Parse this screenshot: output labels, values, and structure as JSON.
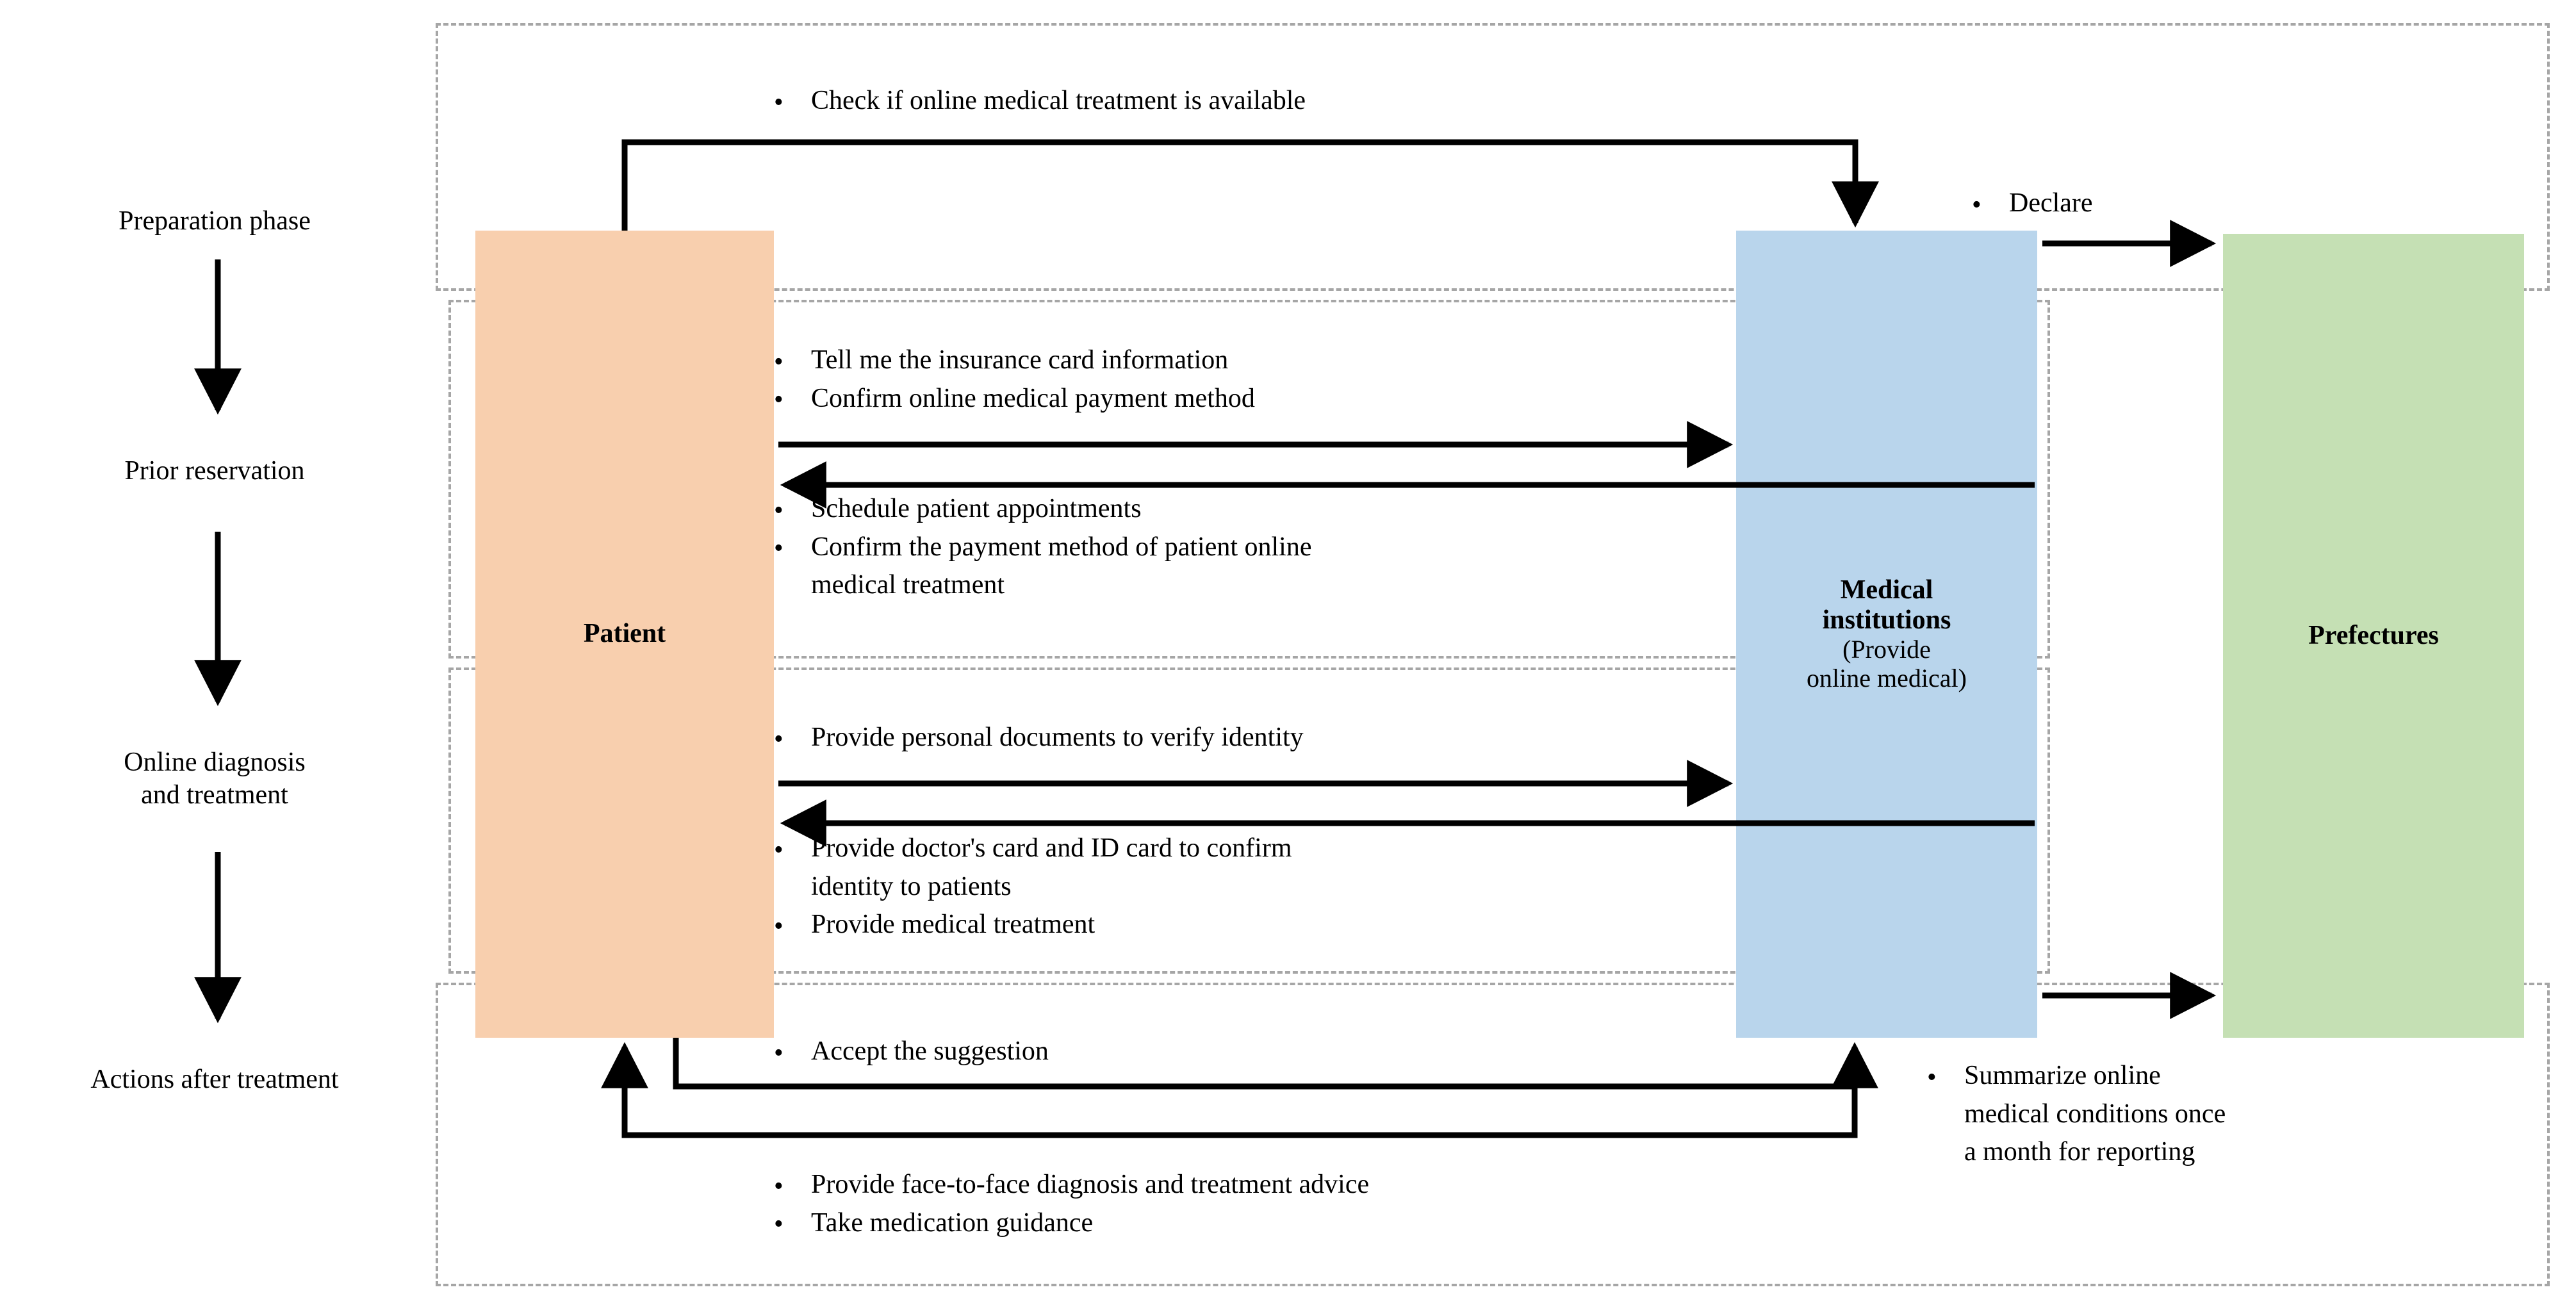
{
  "diagram": {
    "title_absent": true,
    "phases": [
      {
        "id": "preparation",
        "label": "Preparation  phase"
      },
      {
        "id": "prior-reservation",
        "label": "Prior reservation"
      },
      {
        "id": "online-diagnosis",
        "label": "Online diagnosis\nand treatment"
      },
      {
        "id": "after-treatment",
        "label": "Actions after treatment"
      }
    ],
    "actors": [
      {
        "id": "patient",
        "name": "Patient",
        "sub": "",
        "color": "#f8cfae"
      },
      {
        "id": "medical-institutions",
        "name": "Medical\ninstitutions",
        "sub": "(Provide\nonline medical)",
        "color": "#b9d5ec"
      },
      {
        "id": "prefectures",
        "name": "Prefectures",
        "sub": "",
        "color": "#c5e0b4"
      }
    ],
    "messages": {
      "check_availability": [
        "Check if online medical treatment is available"
      ],
      "declare": [
        "Declare"
      ],
      "patient_to_mi_reservation": [
        "Tell me the insurance card information",
        "Confirm online medical payment method"
      ],
      "mi_to_patient_reservation": [
        "Schedule patient appointments",
        "Confirm the payment method of patient online medical treatment"
      ],
      "patient_to_mi_diagnosis": [
        "Provide personal documents to verify identity"
      ],
      "mi_to_patient_diagnosis": [
        "Provide doctor's card and ID card to confirm identity to patients",
        "Provide medical treatment"
      ],
      "accept_suggestion": [
        "Accept the suggestion"
      ],
      "face_to_face": [
        "Provide face-to-face diagnosis and treatment advice",
        "Take medication guidance"
      ],
      "summarize_report": [
        "Summarize online medical conditions once a month for reporting"
      ]
    },
    "colors": {
      "patient_fill": "#f8cfae",
      "medical_fill": "#b9d5ec",
      "prefecture_fill": "#c5e0b4",
      "dashed_border": "#a6a6a6",
      "arrow": "#000000"
    },
    "bullet_glyph": "•"
  },
  "text": {
    "phase_preparation": "Preparation  phase",
    "phase_prior": "Prior reservation",
    "phase_online_l1": "Online diagnosis",
    "phase_online_l2": "and treatment",
    "phase_after": "Actions after treatment",
    "patient_name": "Patient",
    "mi_name_l1": "Medical",
    "mi_name_l2": "institutions",
    "mi_sub_l1": "(Provide",
    "mi_sub_l2": "online medical)",
    "prefectures_name": "Prefectures",
    "m_check": "Check if online medical treatment is available",
    "m_declare": "Declare",
    "m_res_a1": "Tell me the insurance card information",
    "m_res_a2": "Confirm online medical payment method",
    "m_res_b1": "Schedule patient appointments",
    "m_res_b2a": "Confirm the payment method of patient online",
    "m_res_b2b": "medical treatment",
    "m_diag_a1": "Provide personal documents to verify identity",
    "m_diag_b1a": "Provide doctor's card and ID card to confirm",
    "m_diag_b1b": "identity to patients",
    "m_diag_b2": "Provide medical treatment",
    "m_accept": "Accept the suggestion",
    "m_f2f_1": "Provide face-to-face diagnosis and treatment advice",
    "m_f2f_2": "Take medication guidance",
    "m_sum_1": "Summarize online",
    "m_sum_2": "medical conditions once",
    "m_sum_3": "a month for reporting",
    "bullet": "•"
  }
}
